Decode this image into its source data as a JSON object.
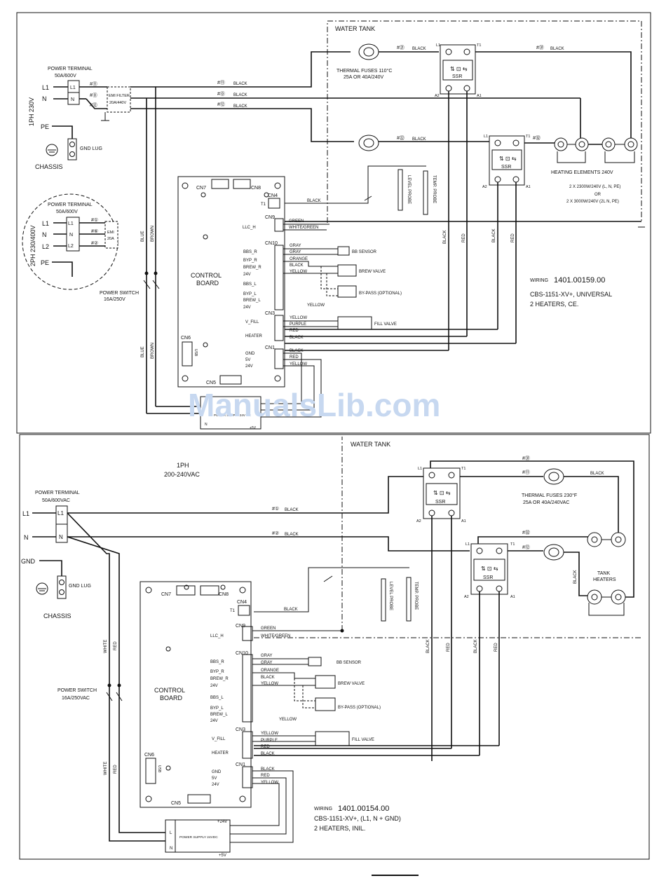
{
  "watermark": "ManualsLib.com",
  "top": {
    "water_tank": "WATER TANK",
    "power_terminal": "POWER TERMINAL",
    "power_terminal_rating": "50A/600V",
    "supply_label": "1PH 230V",
    "l1": "L1",
    "n": "N",
    "pe": "PE",
    "l2": "L2",
    "term_l1": "L1",
    "term_n": "N",
    "emi_filter": "EMI FILTER",
    "emi_rating": "20A/440V",
    "gnd_lug": "GND LUG",
    "chassis": "CHASSIS",
    "alt_supply_label": "2PH 230/400V",
    "alt_power_terminal": "POWER TERMINAL",
    "alt_power_terminal_rating": "50A/600V",
    "alt_emi": "EMI",
    "alt_emi_rating": "20A",
    "w11": "#⑪",
    "w00": "#⓪",
    "w12": "#⑫",
    "w21": "#㉑",
    "w22": "#㉒",
    "w31": "#㉛",
    "w32": "#㉜",
    "w1": "#①",
    "w6": "#⑥",
    "w2": "#②",
    "black": "BLACK",
    "thermal_fuses": "THERMAL FUSES 110°C",
    "thermal_fuses_rating": "25A OR 40A/240V",
    "ssr": "SSR",
    "l1_pin": "L1",
    "t1_pin": "T1",
    "a1_pin": "A1",
    "a2_pin": "A2",
    "heating_elements": "HEATING ELEMENTS 240V",
    "heater_spec1": "2 X 2300W/240V (L, N, PE)",
    "heater_spec_or": "OR",
    "heater_spec2": "2 X 3000W/240V (2L N, PE)",
    "level_probe": "LEVEL PROBE",
    "temp_probe": "TEMP. PROBE",
    "cn7": "CN7",
    "cn8": "CN8",
    "cn4": "CN4",
    "t1": "T1",
    "cn9": "CN9",
    "cn10": "CN10",
    "cn3": "CN3",
    "cn1": "CN1",
    "cn6": "CN6",
    "cn5": "CN5",
    "usb": "USB",
    "llc_h": "LLC_H",
    "green": "GREEN",
    "white_green": "WHITE/GREEN",
    "bbs_r": "BBS_R",
    "byp_r": "BYP_R",
    "brew_r": "BREW_R",
    "v24a": "24V",
    "bbs_l": "BBS_L",
    "byp_l": "BYP_L",
    "brew_l": "BREW_L",
    "v24b": "24V",
    "gray1": "GRAY",
    "gray2": "GRAY",
    "orange": "ORANGE",
    "black2": "BLACK",
    "yellow": "YELLOW",
    "bb_sensor": "BB SENSOR",
    "brew_valve": "BREW VALVE",
    "bypass": "BY-PASS (OPTIONAL)",
    "yellow2": "YELLOW",
    "v_fill": "V_FILL",
    "heater": "HEATER",
    "cn3_yellow": "YELLOW",
    "cn3_purple": "PURPLE",
    "cn3_red": "RED",
    "cn3_black": "BLACK",
    "fill_valve": "FILL VALVE",
    "gnd": "GND",
    "v5": "5V",
    "v24": "24V",
    "cn1_black": "BLACK",
    "cn1_red": "RED",
    "cn1_yellow": "YELLOW",
    "control_board1": "CONTROL",
    "control_board2": "BOARD",
    "power_switch": "POWER SWITCH",
    "power_switch_rating": "16A/250V",
    "blue": "BLUE",
    "brown": "BROWN",
    "ps_label": "POWER SUPPLY 24V DC",
    "plus5": "+5V",
    "vert_black1": "BLACK",
    "vert_red1": "RED",
    "vert_black2": "BLACK",
    "vert_red2": "RED",
    "wiring_prefix": "WIRING",
    "wiring_no": "1401.00159.00",
    "model": "CBS-1151-XV+, UNIVERSAL",
    "desc": "2 HEATERS, CE."
  },
  "bottom": {
    "water_tank": "WATER TANK",
    "supply1": "1PH",
    "supply2": "200-240VAC",
    "power_terminal": "POWER TERMINAL",
    "power_terminal_rating": "50A/600VAC",
    "l1": "L1",
    "n": "N",
    "term_l1": "L1",
    "term_n": "N",
    "gnd": "GND",
    "gnd_lug": "GND LUG",
    "chassis": "CHASSIS",
    "w1": "#①",
    "w2": "#②",
    "w11": "#⑪",
    "w31": "#㉛",
    "w32": "#㉜",
    "w12": "#⑫",
    "black": "BLACK",
    "thermal_fuses": "THERMAL FUSES 230°F",
    "thermal_fuses_rating": "25A OR 40A/240VAC",
    "ssr": "SSR",
    "l1_pin": "L1",
    "t1_pin": "T1",
    "a1_pin": "A1",
    "a2_pin": "A2",
    "tank_heaters1": "TANK",
    "tank_heaters2": "HEATERS",
    "level_probe": "LEVEL PROBE",
    "temp_probe": "TEMP. PROBE",
    "power_switch": "POWER SWITCH",
    "power_switch_rating": "16A/250VAC",
    "white": "WHITE",
    "red": "RED",
    "control_board1": "CONTROL",
    "control_board2": "BOARD",
    "ps_label": "POWER SUPPLY 24VDC",
    "plus24": "+24V",
    "plus5": "+5V",
    "ps_l": "L",
    "ps_n": "N",
    "vert_black1": "BLACK",
    "vert_red1": "RED",
    "vert_black2": "BLACK",
    "vert_red2": "RED",
    "wiring_prefix": "WIRING",
    "wiring_no": "1401.00154.00",
    "model": "CBS-1151-XV+, (L1, N + GND)",
    "desc": "2 HEATERS, INIL."
  }
}
